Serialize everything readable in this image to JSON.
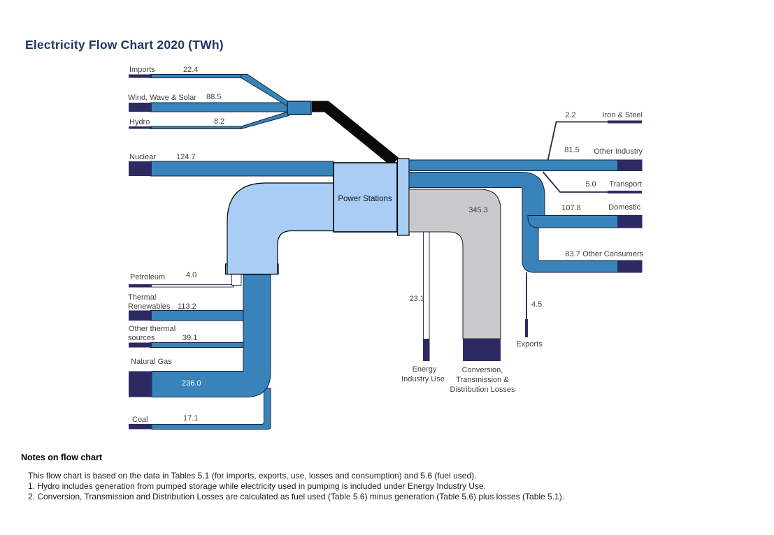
{
  "title": "Electricity Flow Chart 2020 (TWh)",
  "sankey": {
    "center": {
      "label": "Power Stations"
    },
    "inputs": {
      "imports": {
        "label": "Imports",
        "value": "22.4"
      },
      "wind": {
        "label": "Wind, Wave & Solar",
        "value": "88.5"
      },
      "hydro": {
        "label": "Hydro",
        "value": "8.2"
      },
      "nuclear": {
        "label": "Nuclear",
        "value": "124.7"
      },
      "petroleum": {
        "label": "Petroleum",
        "value": "4.0"
      },
      "thermal_renewables": {
        "label1": "Thermal",
        "label2": "Renewables",
        "value": "113.2"
      },
      "other_thermal": {
        "label1": "Other thermal",
        "label2": "sources",
        "value": "39.1"
      },
      "natural_gas": {
        "label": "Natural Gas",
        "value": "236.0"
      },
      "coal": {
        "label": "Coal",
        "value": "17.1"
      }
    },
    "outputs": {
      "iron_steel": {
        "label": "Iron & Steel",
        "value": "2.2"
      },
      "other_industry": {
        "label": "Other Industry",
        "value": "81.5"
      },
      "transport": {
        "label": "Transport",
        "value": "5.0"
      },
      "domestic": {
        "label": "Domestic",
        "value": "107.8"
      },
      "other_consumers": {
        "label": "Other Consumers",
        "value": "83.7"
      },
      "exports": {
        "label": "Exports",
        "value": "4.5"
      },
      "energy_industry_use": {
        "label1": "Energy",
        "label2": "Industry Use",
        "value": "23.3"
      },
      "losses": {
        "label1": "Conversion,",
        "label2": "Transmission &",
        "label3": "Distribution Losses",
        "value": "345.3"
      }
    }
  },
  "notes": {
    "heading": "Notes on flow chart",
    "line1": "This flow chart is based on the data in Tables 5.1 (for imports, exports, use, losses and consumption) and 5.6 (fuel used).",
    "line2": "1. Hydro includes generation from pumped storage while electricity used in pumping is included under Energy Industry Use.",
    "line3": "2. Conversion, Transmission and Distribution Losses are calculated as fuel used (Table 5.6) minus generation (Table 5.6) plus losses (Table 5.1)."
  },
  "colors": {
    "flow_blue": "#3884ba",
    "node_navy": "#2d2a63",
    "pipe_light_blue": "#a9cdf4",
    "losses_gray": "#c9c8cd",
    "direct_flow_black": "#0a0a0a",
    "title_blue": "#1f3864"
  },
  "chart_data": {
    "type": "sankey",
    "title": "Electricity Flow Chart 2020 (TWh)",
    "unit": "TWh",
    "nodes": [
      "Imports",
      "Wind, Wave & Solar",
      "Hydro",
      "Nuclear",
      "Petroleum",
      "Thermal Renewables",
      "Other thermal sources",
      "Natural Gas",
      "Coal",
      "Power Stations",
      "Iron & Steel",
      "Other Industry",
      "Transport",
      "Domestic",
      "Other Consumers",
      "Exports",
      "Energy Industry Use",
      "Conversion, Transmission & Distribution Losses"
    ],
    "links": [
      {
        "source": "Imports",
        "target": "Power Stations",
        "value": 22.4
      },
      {
        "source": "Wind, Wave & Solar",
        "target": "Power Stations",
        "value": 88.5
      },
      {
        "source": "Hydro",
        "target": "Power Stations",
        "value": 8.2
      },
      {
        "source": "Nuclear",
        "target": "Power Stations",
        "value": 124.7
      },
      {
        "source": "Petroleum",
        "target": "Power Stations",
        "value": 4.0
      },
      {
        "source": "Thermal Renewables",
        "target": "Power Stations",
        "value": 113.2
      },
      {
        "source": "Other thermal sources",
        "target": "Power Stations",
        "value": 39.1
      },
      {
        "source": "Natural Gas",
        "target": "Power Stations",
        "value": 236.0
      },
      {
        "source": "Coal",
        "target": "Power Stations",
        "value": 17.1
      },
      {
        "source": "Power Stations",
        "target": "Iron & Steel",
        "value": 2.2
      },
      {
        "source": "Power Stations",
        "target": "Other Industry",
        "value": 81.5
      },
      {
        "source": "Power Stations",
        "target": "Transport",
        "value": 5.0
      },
      {
        "source": "Power Stations",
        "target": "Domestic",
        "value": 107.8
      },
      {
        "source": "Power Stations",
        "target": "Other Consumers",
        "value": 83.7
      },
      {
        "source": "Power Stations",
        "target": "Exports",
        "value": 4.5
      },
      {
        "source": "Power Stations",
        "target": "Energy Industry Use",
        "value": 23.3
      },
      {
        "source": "Power Stations",
        "target": "Conversion, Transmission & Distribution Losses",
        "value": 345.3
      }
    ]
  }
}
